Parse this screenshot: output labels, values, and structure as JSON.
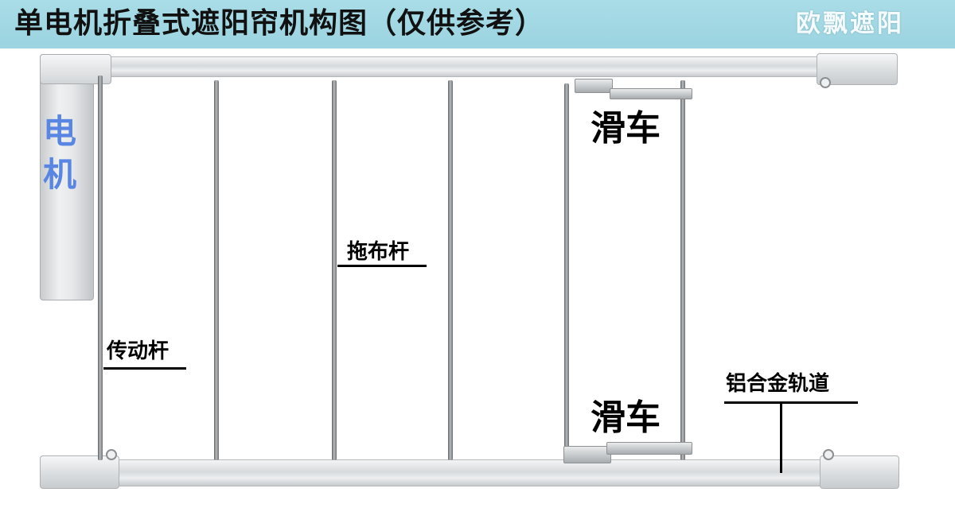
{
  "header": {
    "title": "单电机折叠式遮阳帘机构图（仅供参考）",
    "brand": "欧飘遮阳"
  },
  "labels": {
    "motor": "电机",
    "drive_rod": "传动杆",
    "mop_rod": "拖布杆",
    "pulley_top": "滑车",
    "pulley_bottom": "滑车",
    "track": "铝合金轨道"
  },
  "colors": {
    "header_bg": "#9bd3e0",
    "motor_label": "#5a86e3",
    "label_text": "#000000"
  }
}
